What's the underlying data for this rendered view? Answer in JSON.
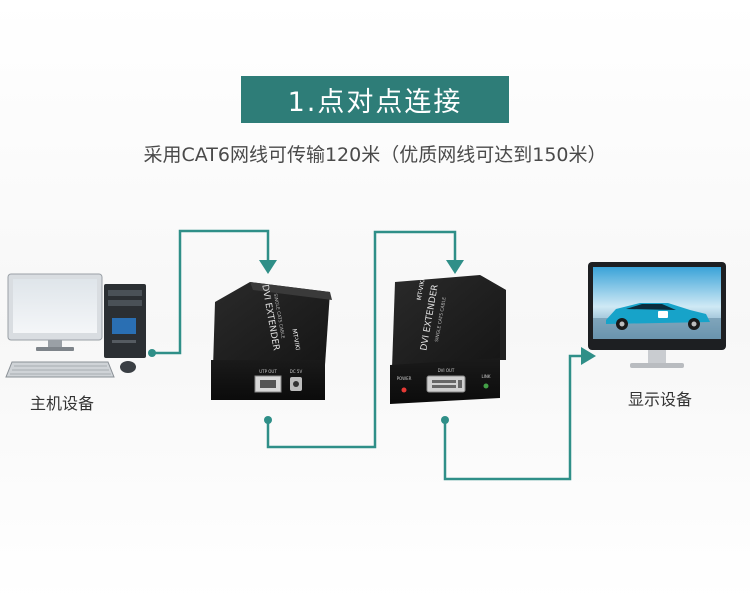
{
  "title": "1.点对点连接",
  "subtitle": "采用CAT6网线可传输120米（优质网线可达到150米）",
  "host_label": "主机设备",
  "display_label": "显示设备",
  "transmitter": {
    "brand": "MT-VIKI",
    "product": "DVI EXTENDER",
    "sub": "SINGLE CAT5 CABLE",
    "port_label": "UTP OUT",
    "power_label": "DC 5V"
  },
  "receiver": {
    "brand": "MT-VIKI",
    "product": "DVI EXTENDER",
    "sub": "SINGLE CAT5 CABLE",
    "port_label": "DVI OUT",
    "power_label": "POWER",
    "link_label": "LINK"
  },
  "colors": {
    "accent": "#2e7d78",
    "line": "#2f8f88"
  },
  "icons": [
    "desktop-computer-icon",
    "monitor-car-icon",
    "extender-device-icon"
  ]
}
